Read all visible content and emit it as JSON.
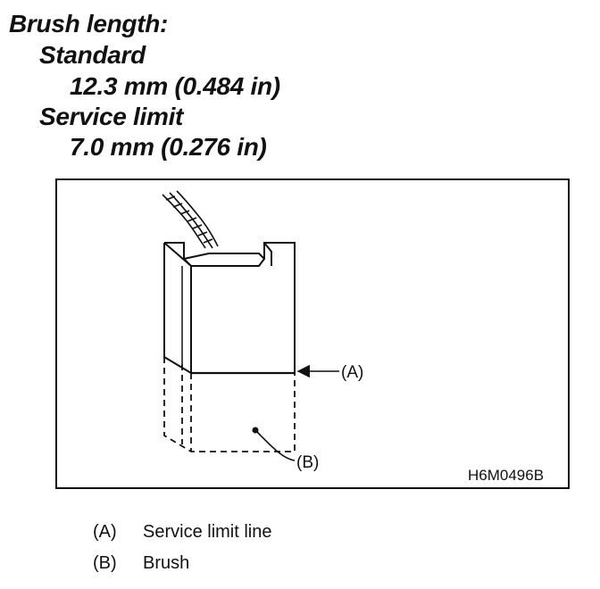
{
  "spec": {
    "title": "Brush length:",
    "standard_label": "Standard",
    "standard_value": "12.3 mm (0.484 in)",
    "service_limit_label": "Service limit",
    "service_limit_value": "7.0 mm (0.276 in)"
  },
  "figure": {
    "callout_a": "(A)",
    "callout_b": "(B)",
    "figure_code": "H6M0496B"
  },
  "legend": [
    {
      "key": "(A)",
      "text": "Service limit line"
    },
    {
      "key": "(B)",
      "text": "Brush"
    }
  ]
}
